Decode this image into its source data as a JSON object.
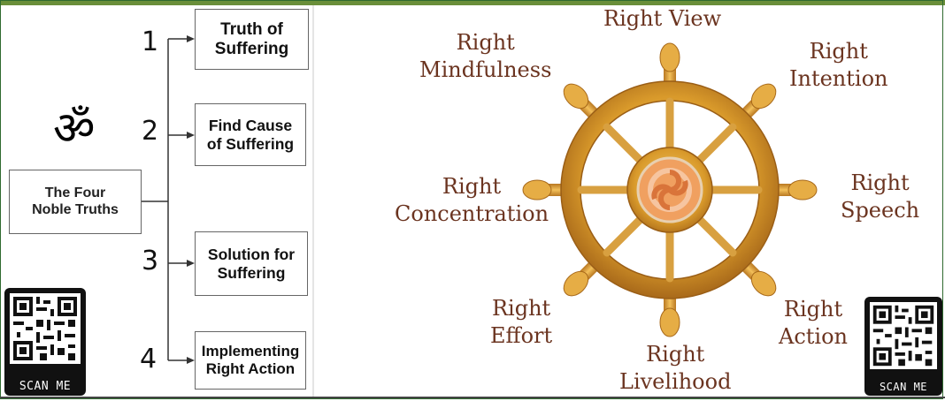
{
  "four_truths": {
    "title": "The Four\nNoble Truths",
    "om_symbol": "ॐ",
    "steps": [
      {
        "number": "1",
        "label": "Truth of\nSuffering"
      },
      {
        "number": "2",
        "label": "Find Cause\nof Suffering"
      },
      {
        "number": "3",
        "label": "Solution for\nSuffering"
      },
      {
        "number": "4",
        "label": "Implementing\nRight Action"
      }
    ]
  },
  "qr_codes": [
    {
      "label": "SCAN ME"
    },
    {
      "label": "SCAN ME"
    }
  ],
  "wheel": {
    "labels": {
      "view": "Right View",
      "mindfulness": "Right\nMindfulness",
      "intention": "Right\nIntention",
      "concentration": "Right\nConcentration",
      "speech": "Right\nSpeech",
      "effort": "Right\nEffort",
      "action": "Right\nAction",
      "livelihood": "Right\nLivelihood"
    }
  },
  "colors": {
    "wheel_gold": "#d99a2b",
    "label_brown": "#6b3420",
    "hub_orange": "#f0a060"
  }
}
